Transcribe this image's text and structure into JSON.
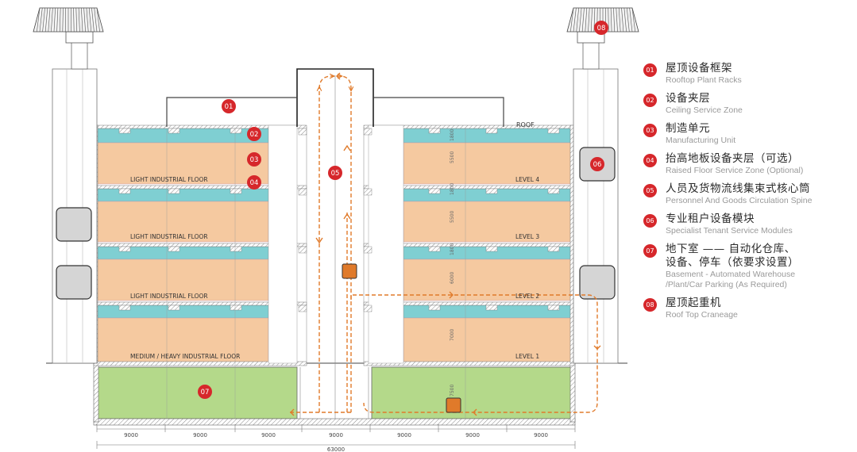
{
  "diagram": {
    "floor_labels": {
      "left_l4": "LIGHT INDUSTRIAL FLOOR",
      "left_l3": "LIGHT INDUSTRIAL FLOOR",
      "left_l2": "LIGHT INDUSTRIAL FLOOR",
      "left_l1": "MEDIUM / HEAVY INDUSTRIAL FLOOR",
      "right_l4": "LEVEL 4",
      "right_l3": "LEVEL 3",
      "right_l2": "LEVEL 2",
      "right_l1": "LEVEL 1",
      "roof": "ROOF"
    },
    "height_dims": {
      "d_l4": "5500",
      "d_l3": "5500",
      "d_l2": "6000",
      "d_l1": "7000",
      "d_b": "7500",
      "s_top": "1800",
      "s_4": "1800",
      "s_3": "1800"
    },
    "bay_dims": [
      "9000",
      "9000",
      "9000",
      "9000",
      "9000",
      "9000",
      "9000"
    ],
    "total_dim": "63000",
    "markers": [
      "01",
      "02",
      "03",
      "04",
      "05",
      "06",
      "07",
      "08"
    ]
  },
  "legend": [
    {
      "num": "01",
      "cn": "屋顶设备框架",
      "en": "Rooftop Plant Racks"
    },
    {
      "num": "02",
      "cn": "设备夹层",
      "en": "Ceiling Service Zone"
    },
    {
      "num": "03",
      "cn": "制造单元",
      "en": "Manufacturing Unit"
    },
    {
      "num": "04",
      "cn": "抬高地板设备夹层（可选）",
      "en": "Raised Floor Service Zone (Optional)"
    },
    {
      "num": "05",
      "cn": "人员及货物流线集束式核心筒",
      "en": "Personnel And Goods Circulation Spine"
    },
    {
      "num": "06",
      "cn": "专业租户设备模块",
      "en": "Specialist Tenant Service Modules"
    },
    {
      "num": "07",
      "cn": "地下室 —— 自动化仓库、",
      "cn2": "设备、停车（依要求设置）",
      "en": "Basement - Automated Warehouse",
      "en2": "/Plant/Car Parking (As Required)"
    },
    {
      "num": "08",
      "cn": "屋顶起重机",
      "en": "Roof Top Craneage"
    }
  ],
  "colors": {
    "orange_floor": "#f5c9a0",
    "cyan_service": "#7fcfd2",
    "green_basement": "#b4d98a",
    "marker_red": "#d6272b",
    "circulation": "#e07a2a",
    "module_grey": "#d5d5d5",
    "box_orange": "#e07a2a"
  }
}
